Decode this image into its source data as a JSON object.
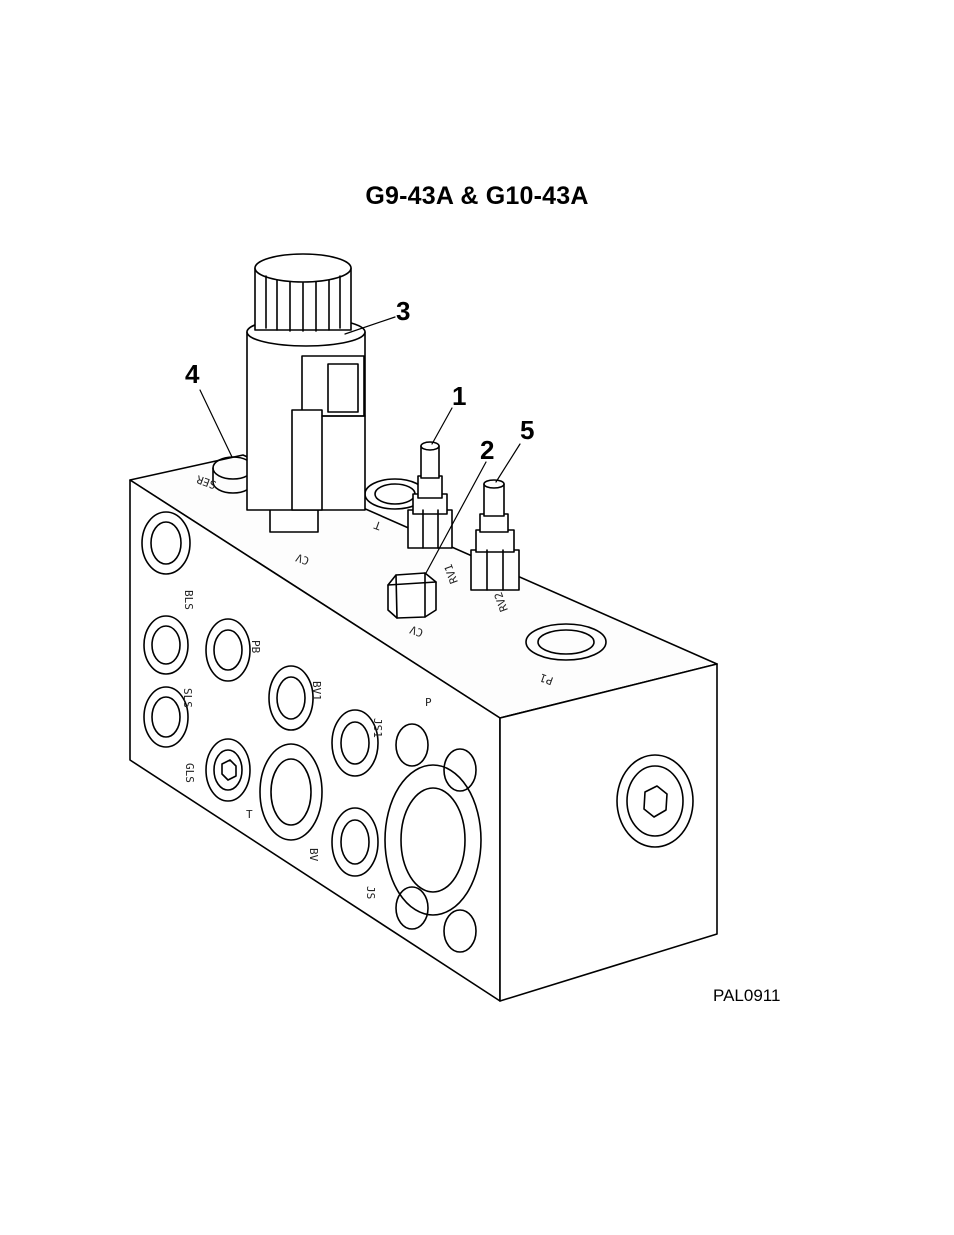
{
  "figure": {
    "title": "G9-43A & G10-43A",
    "code": "PAL0911"
  },
  "callouts": [
    "1",
    "2",
    "3",
    "4",
    "5"
  ],
  "port_labels": {
    "bls": "BLS",
    "pb": "PB",
    "sls": "SLS",
    "gls": "GLS",
    "bv1": "BV1",
    "js1": "JS1",
    "bv": "BV",
    "js": "JS",
    "t_front": "T",
    "p": "P",
    "ser": "SER",
    "cv_top": "CV",
    "t_top": "T",
    "cv_front": "CV",
    "rv1": "RV1",
    "rv2": "RV2",
    "p1": "P1"
  }
}
